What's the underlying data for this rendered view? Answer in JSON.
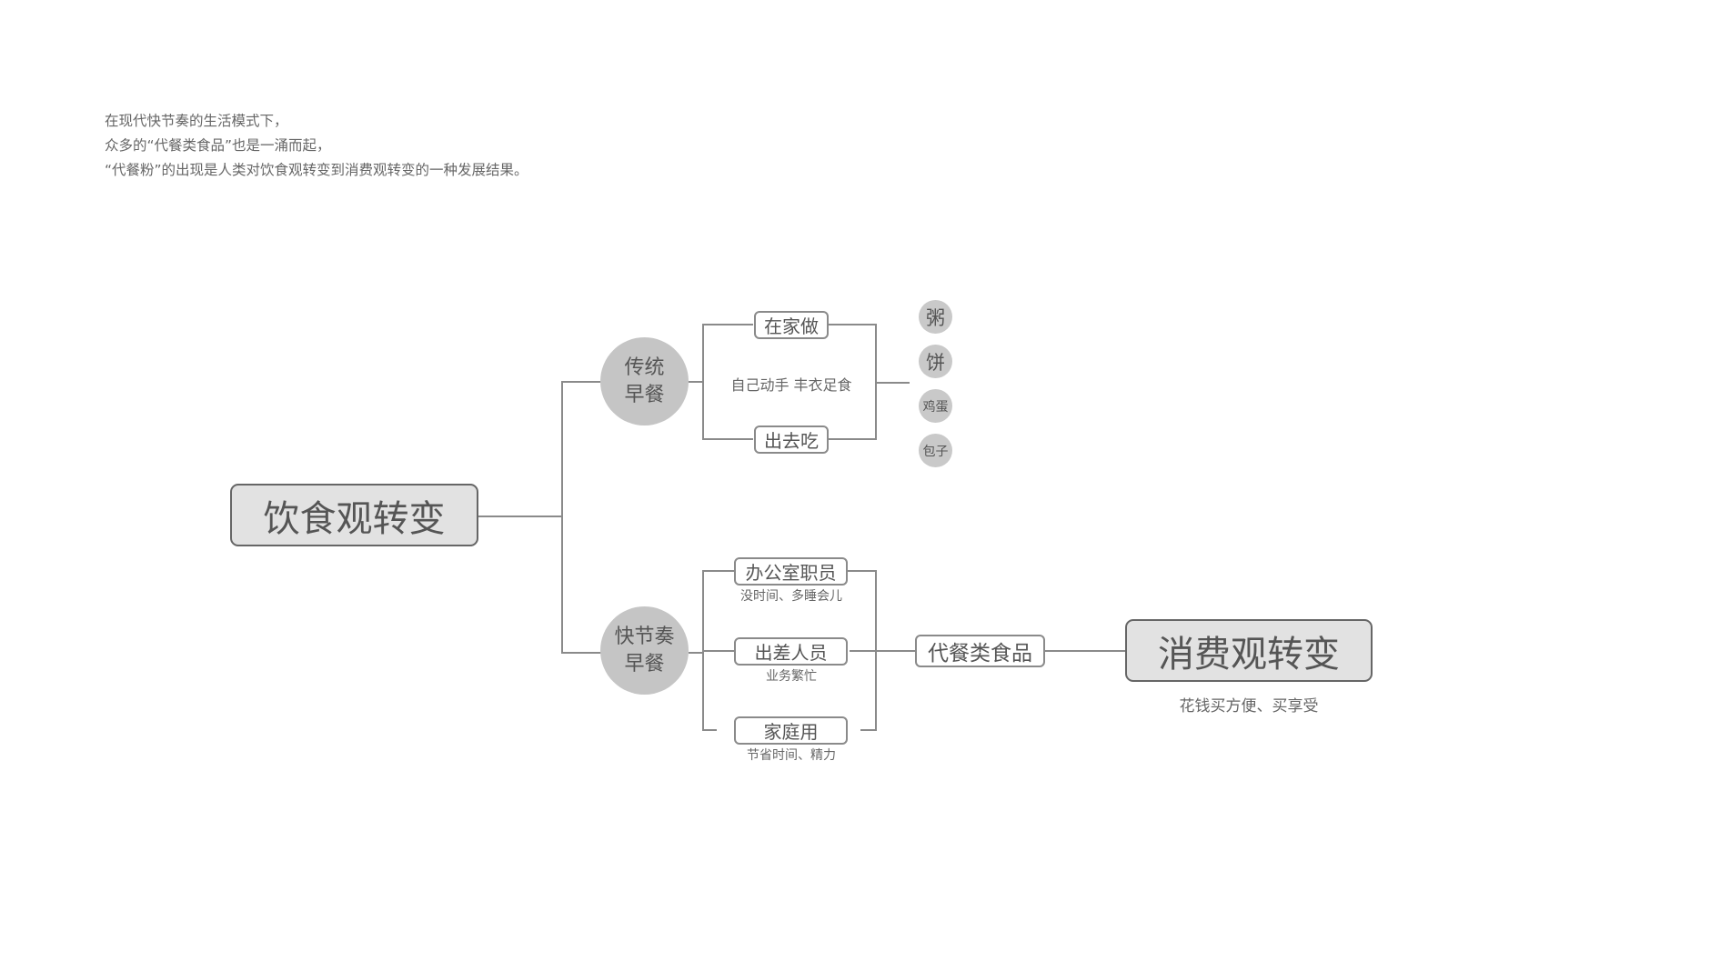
{
  "intro": {
    "line1": "在现代快节奏的生活模式下，",
    "line2": "众多的“代餐类食品”也是一涌而起，",
    "line3": "“代餐粉”的出现是人类对饮食观转变到消费观转变的一种发展结果。"
  },
  "root": {
    "label": "饮食观转变"
  },
  "traditional": {
    "label_line1": "传统",
    "label_line2": "早餐",
    "at_home": "在家做",
    "eat_out": "出去吃",
    "middle_text": "自己动手 丰衣足食",
    "foods": [
      "粥",
      "饼",
      "鸡蛋",
      "包子"
    ]
  },
  "fast": {
    "label_line1": "快节奏",
    "label_line2": "早餐",
    "office": {
      "label": "办公室职员",
      "note": "没时间、多睡会儿"
    },
    "travel": {
      "label": "出差人员",
      "note": "业务繁忙"
    },
    "home": {
      "label": "家庭用",
      "note": "节省时间、精力"
    }
  },
  "meal_replacement": {
    "label": "代餐类食品"
  },
  "result": {
    "label": "消费观转变",
    "note": "花钱买方便、买享受"
  },
  "colors": {
    "line": "#8a8a8a",
    "node_fill": "#e2e2e2",
    "circle_fill": "#c5c5c5",
    "text": "#555555"
  }
}
